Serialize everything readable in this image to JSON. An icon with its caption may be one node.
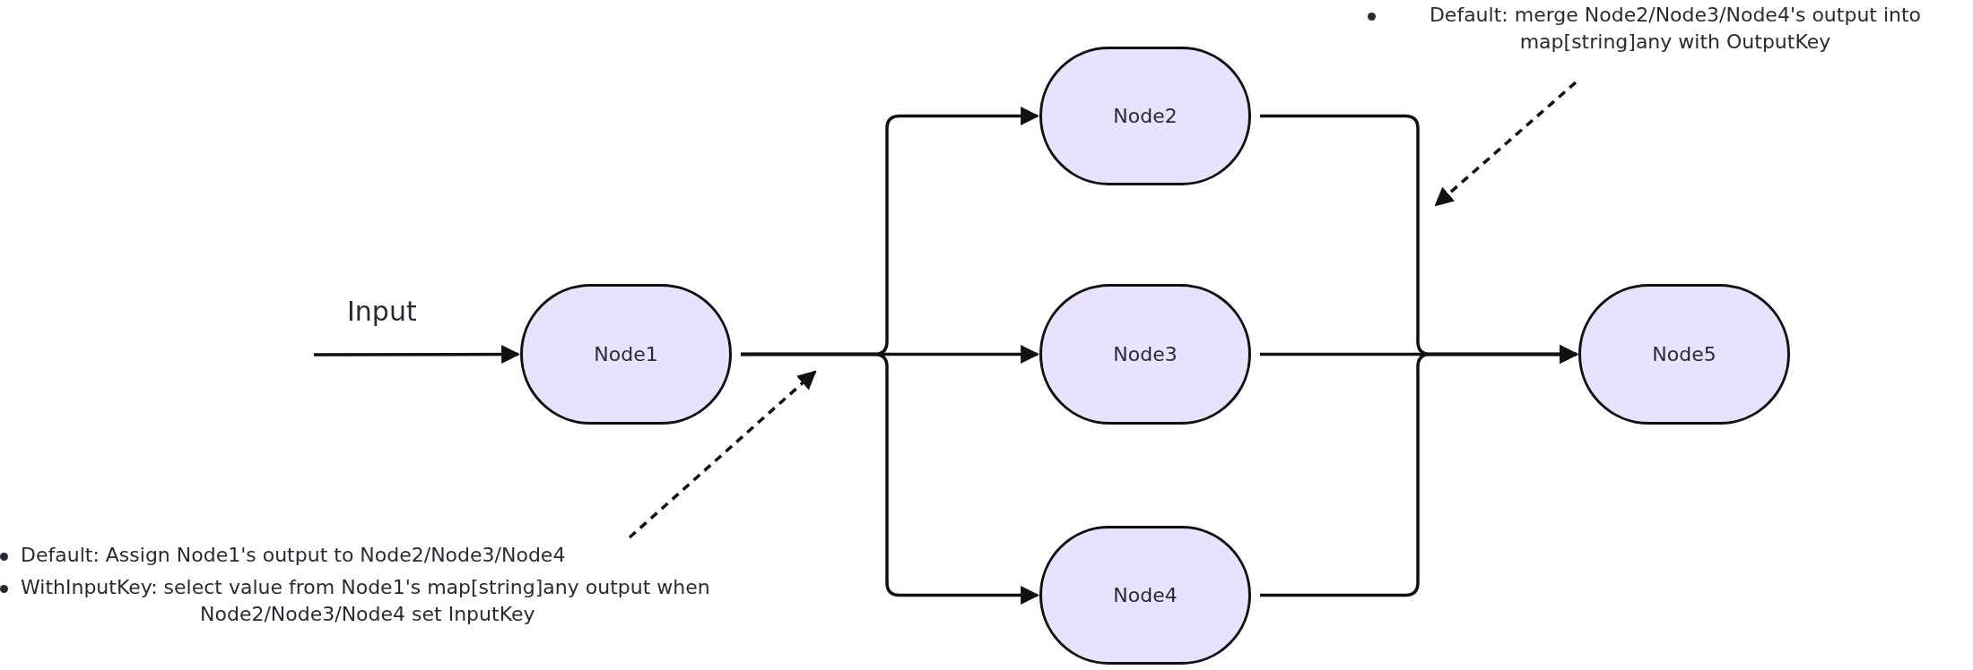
{
  "diagram": {
    "nodes": [
      {
        "text": [
          "Node1"
        ]
      },
      {
        "text": [
          "Node2"
        ]
      },
      {
        "text": [
          "Node3"
        ]
      },
      {
        "text": [
          "Node4"
        ]
      },
      {
        "text": [
          "Node5"
        ]
      },
      {
        "text": [
          "Default: Assign Node1's output to Node2/Node3/Node4",
          "WithInputKey: select value from Node1's map[string]any output when Node2/Node3/Node4 set InputKey"
        ]
      },
      {
        "text": [
          "Default: merge Node2/Node3/Node4's output into map[string]any with OutputKey"
        ]
      }
    ],
    "edges": [
      {
        "from": null,
        "to": 0,
        "arrow": "to",
        "label": "Input"
      },
      {
        "from": 0,
        "to": 1,
        "arrow": "to"
      },
      {
        "from": 0,
        "to": 2,
        "arrow": "to"
      },
      {
        "from": 0,
        "to": 3,
        "arrow": "to"
      },
      {
        "from": 1,
        "to": 4,
        "arrow": "to"
      },
      {
        "from": 2,
        "to": 4,
        "arrow": "to"
      },
      {
        "from": 3,
        "to": 4,
        "arrow": "to"
      },
      {
        "from": 5,
        "to": null,
        "arrow": "to",
        "style": "dashed"
      },
      {
        "from": 6,
        "to": null,
        "arrow": "to",
        "style": "dashed"
      }
    ]
  }
}
